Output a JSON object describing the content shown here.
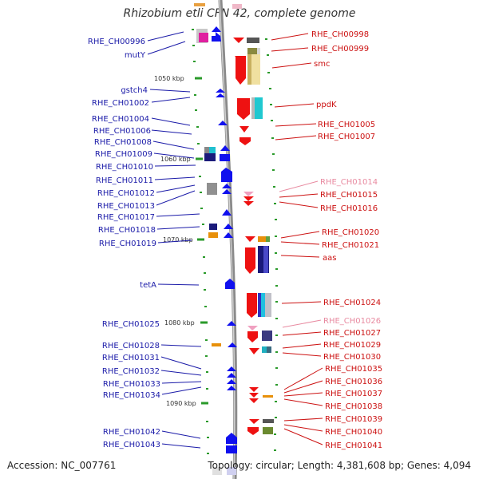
{
  "title": "Rhizobium etli CFN 42, complete genome",
  "footer": {
    "accession": "Accession: NC_007761",
    "stats": "Topology: circular; Length: 4,381,608 bp; Genes: 4,094"
  },
  "ticks": [
    "1050 kbp",
    "1060 kbp",
    "1070 kbp",
    "1080 kbp",
    "1090 kbp"
  ],
  "left_labels": [
    "RHE_CH00996",
    "mutY",
    "gstch4",
    "RHE_CH01002",
    "RHE_CH01004",
    "RHE_CH01006",
    "RHE_CH01008",
    "RHE_CH01009",
    "RHE_CH01010",
    "RHE_CH01011",
    "RHE_CH01012",
    "RHE_CH01013",
    "RHE_CH01017",
    "RHE_CH01018",
    "RHE_CH01019",
    "tetA",
    "RHE_CH01025",
    "RHE_CH01028",
    "RHE_CH01031",
    "RHE_CH01032",
    "RHE_CH01033",
    "RHE_CH01034",
    "RHE_CH01042",
    "RHE_CH01043"
  ],
  "right_labels": [
    "RHE_CH00998",
    "RHE_CH00999",
    "smc",
    "ppdK",
    "RHE_CH01005",
    "RHE_CH01007",
    "RHE_CH01014",
    "RHE_CH01015",
    "RHE_CH01016",
    "RHE_CH01020",
    "RHE_CH01021",
    "aas",
    "RHE_CH01024",
    "RHE_CH01026",
    "RHE_CH01027",
    "RHE_CH01029",
    "RHE_CH01030",
    "RHE_CH01035",
    "RHE_CH01036",
    "RHE_CH01037",
    "RHE_CH01038",
    "RHE_CH01039",
    "RHE_CH01040",
    "RHE_CH01041"
  ],
  "colors": {
    "left_label": "#1a1aa8",
    "right_label": "#cc1111",
    "right_label_faded": "#e88aa0",
    "backbone": "#8a8a8a",
    "forward_gene": "#1010ee",
    "reverse_gene": "#ee1111",
    "tick_mark": "#2a9a2a"
  }
}
